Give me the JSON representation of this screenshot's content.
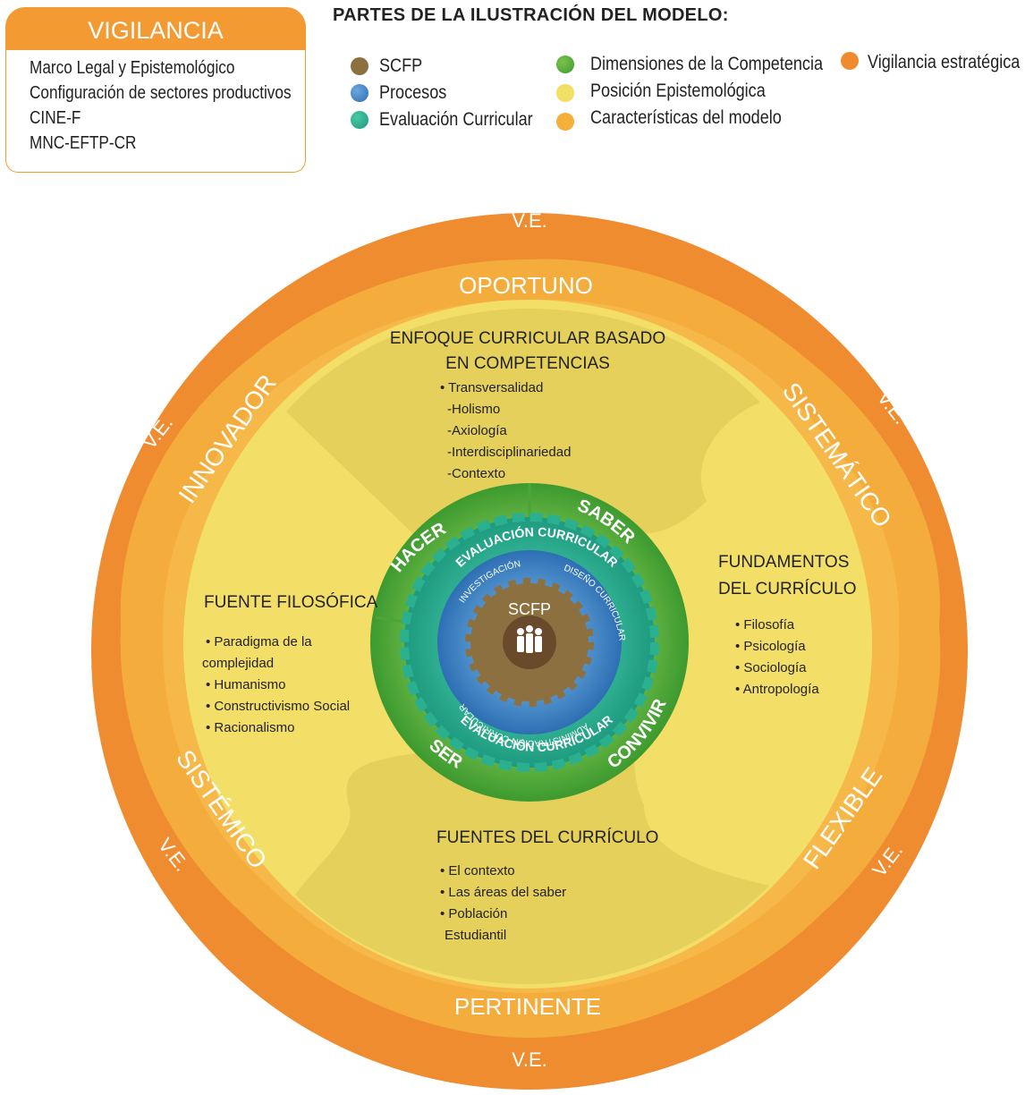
{
  "vigilance_box": {
    "title": "VIGILANCIA ESTRATÉGICA",
    "items": [
      "Marco Legal y Epistemológico",
      "Configuración de sectores productivos",
      "CINE-F",
      "MNC-EFTP-CR"
    ]
  },
  "legend": {
    "title": "PARTES DE LA ILUSTRACIÓN DEL MODELO:",
    "items": [
      {
        "label": "SCFP",
        "color": "#8c7040"
      },
      {
        "label": "Procesos",
        "color": "#3f86c5"
      },
      {
        "label": "Evaluación Curricular",
        "color": "#27aa8e"
      },
      {
        "label": "Dimensiones de la Competencia",
        "color": "#5aab3a"
      },
      {
        "label": "Posición Epistemológica",
        "color": "#f2df66"
      },
      {
        "label": "Características del modelo",
        "color": "#f5b03c"
      },
      {
        "label": "Vigilancia estratégica",
        "color": "#ef8a2e"
      }
    ]
  },
  "outer_ring": {
    "ve_label": "V.E."
  },
  "characteristics": {
    "top": "OPORTUNO",
    "bottom": "PERTINENTE",
    "upper_left": "INNOVADOR",
    "upper_right": "SISTEMÁTICO",
    "lower_left": "SISTÉMICO",
    "lower_right": "FLEXIBLE"
  },
  "quadrants": {
    "top": {
      "title_lines": [
        "ENFOQUE CURRICULAR BASADO",
        "EN COMPETENCIAS"
      ],
      "items": [
        "• Transversalidad",
        "-Holismo",
        "-Axiología",
        "-Interdisciplinariedad",
        "-Contexto"
      ]
    },
    "left": {
      "title": "FUENTE FILOSÓFICA",
      "items": [
        "• Paradigma de la",
        "complejidad",
        "• Humanismo",
        "• Constructivismo Social",
        "• Racionalismo"
      ]
    },
    "right": {
      "title_lines": [
        "FUNDAMENTOS",
        "DEL CURRÍCULO"
      ],
      "items": [
        "• Filosofía",
        "• Psicología",
        "• Sociología",
        "• Antropología"
      ]
    },
    "bottom": {
      "title": "FUENTES DEL CURRÍCULO",
      "items": [
        "• El contexto",
        "• Las áreas del saber",
        "• Población",
        "Estudiantil"
      ]
    }
  },
  "competence_dimensions": {
    "hacer": "HACER",
    "saber": "SABER",
    "ser": "SER",
    "convivir": "CONVIVIR"
  },
  "evaluation": {
    "top": "EVALUACIÓN CURRICULAR",
    "bottom": "EVALUACIÓN CURRICULAR"
  },
  "processes": {
    "investigation": "INVESTIGACIÓN",
    "design": "DISEÑO CURRICULAR",
    "administration": "ADMINISTRACIÓN CURRICULAR"
  },
  "center": {
    "label": "SCFP"
  }
}
